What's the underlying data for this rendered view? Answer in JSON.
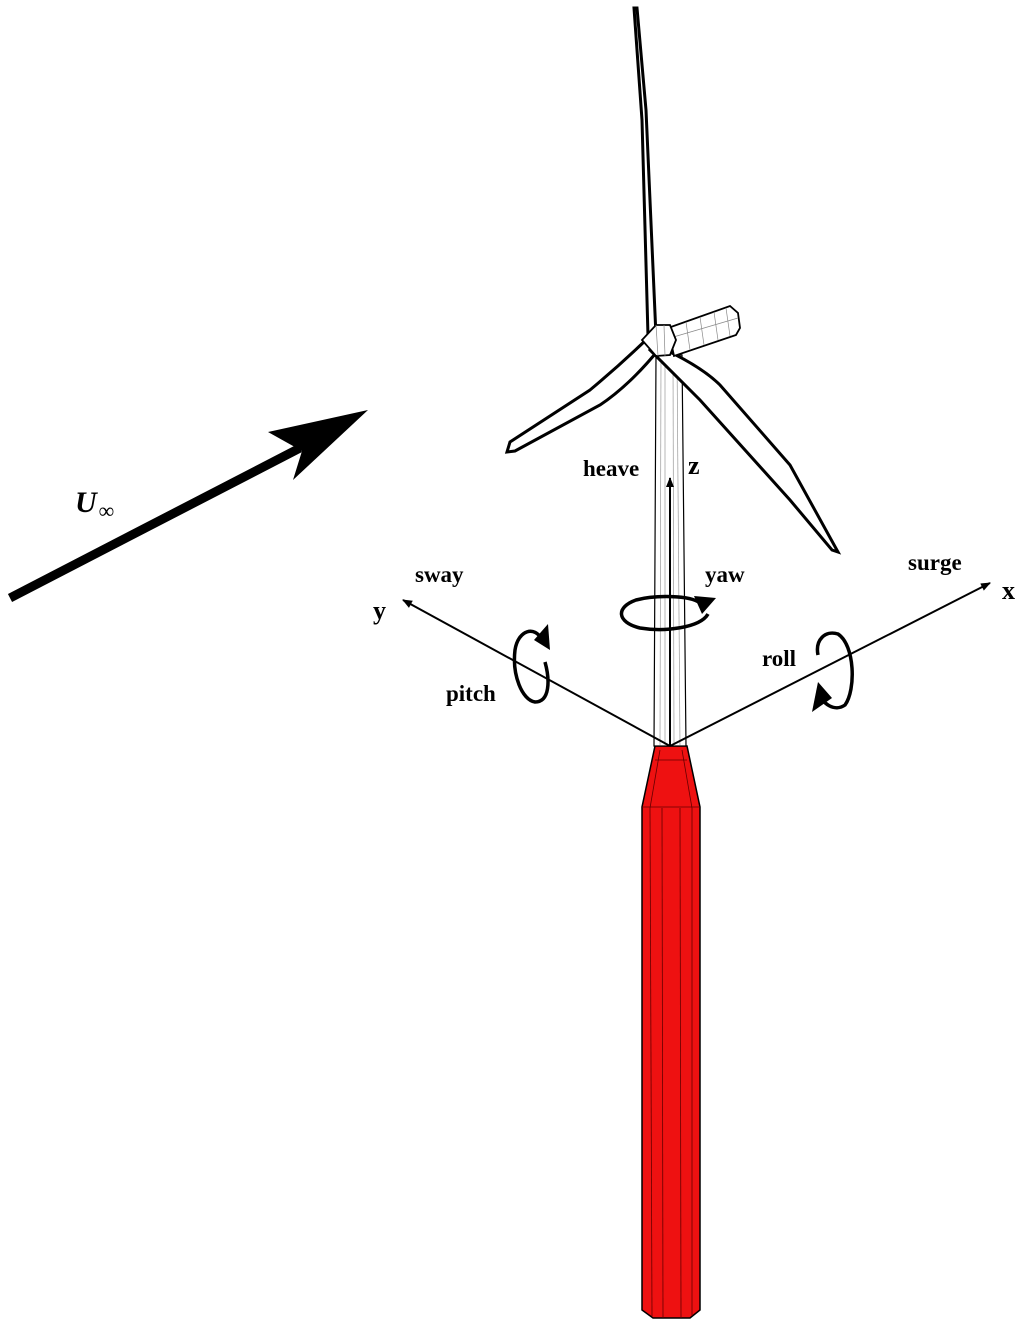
{
  "figure": {
    "free_stream": {
      "symbol": "U",
      "subscript": "∞"
    },
    "axes": {
      "x": "x",
      "y": "y",
      "z": "z"
    },
    "motions": {
      "surge": "surge",
      "sway": "sway",
      "heave": "heave",
      "roll": "roll",
      "pitch": "pitch",
      "yaw": "yaw"
    },
    "colors": {
      "spar": "#ee1111",
      "tower": "#ffffff",
      "outline": "#000000"
    }
  }
}
